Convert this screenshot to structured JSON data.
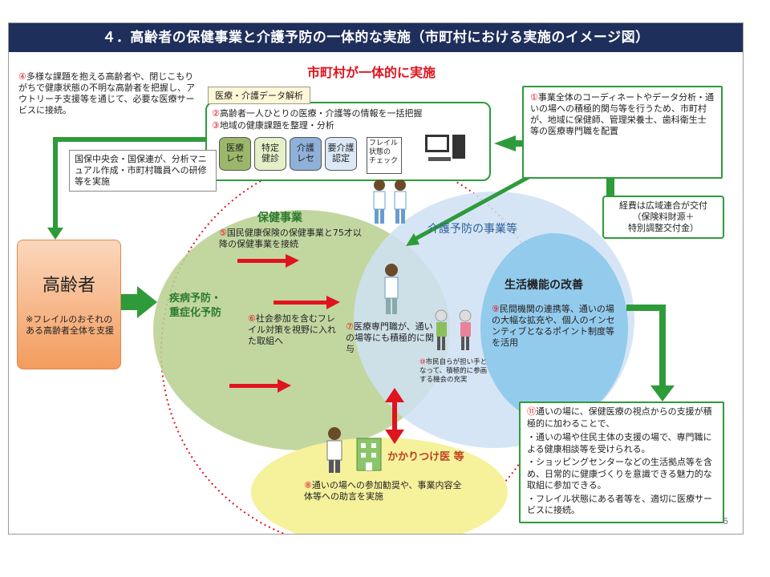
{
  "title": "４．高齢者の保健事業と介護予防の一体的な実施（市町村における実施のイメージ図）",
  "heading_center": "市町村が一体的に実施",
  "left_note": {
    "num": "④",
    "text": "多様な課題を抱える高齢者や、閉じこもりがちで健康状態の不明な高齢者を把握し、アウトリーチ支援等を通じて、必要な医療サービスに接続。"
  },
  "data_analysis": {
    "tab_label": "医療・介護データ解析",
    "line1_num": "②",
    "line1": "高齢者一人ひとりの医療・介護等の情報を一括把握",
    "line2_num": "③",
    "line2": "地域の健康課題を整理・分析",
    "db1": "医療\nレセ",
    "db2": "特定\n健診",
    "db3": "介護\nレセ",
    "db4": "要介護\n認定",
    "doc": "フレイル\n状態の\nチェック"
  },
  "national_note": "国保中央会・国保連が、分析マニュアル作成・市町村職員への研修等を実施",
  "right_top_note": {
    "num": "①",
    "text": "事業全体のコーディネートやデータ分析・通いの場への積極的関与等を行うため、市町村が、地域に保健師、管理栄養士、歯科衛生士等の医療専門職を配置"
  },
  "funding_note": "経費は広域連合が交付\n（保険料財源＋\n特別調整交付金）",
  "elderly": {
    "title": "高齢者",
    "note": "※フレイルのおそれのある高齢者全体を支援"
  },
  "health_circle": {
    "label": "保健事業",
    "item5_num": "⑤",
    "item5": "国民健康保険の保健事業と75才以降の保健事業を接続",
    "disease": "疾病予防・\n重症化予防",
    "item6_num": "⑥",
    "item6": "社会参加を含むフレイル対策を視野に入れた取組へ",
    "item7_num": "⑦",
    "item7": "医療専門職が、通いの場等にも積極的に関与"
  },
  "care_circle": {
    "label": "介護予防の事業等",
    "item10_num": "⑩",
    "item10": "市民自らが担い手となって、積極的に参画する機会の充実"
  },
  "life_circle": {
    "label": "生活機能の改善",
    "item9_num": "⑨",
    "item9": "民間機関の連携等、通いの場の大幅な拡充や、個人のインセンティブとなるポイント制度等を活用"
  },
  "doctor_circle": {
    "label": "かかりつけ医 等",
    "item8_num": "⑧",
    "item8": "通いの場への参加勧奨や、事業内容全体等への助言を実施"
  },
  "bottom_right": {
    "num": "⑪",
    "intro": "通いの場に、保健医療の視点からの支援が積極的に加わることで、",
    "bullet1": "・通いの場や住民主体の支援の場で、専門職による健康相談等を受けられる。",
    "bullet2": "・ショッピングセンターなどの生活拠点等を含め、日常的に健康づくりを意識できる魅力的な取組に参加できる。",
    "bullet3": "・フレイル状態にある者等を、適切に医療サービスに接続。"
  },
  "page_number": "6",
  "colors": {
    "title_bg": "#1f2f5c",
    "green": "#2e9b3a",
    "red": "#e0141e",
    "health_circle": "#b7d08f",
    "care_circle": "#cfe0f3",
    "life_circle": "#8fc9ec",
    "doctor_circle": "#f6f29c",
    "elderly_box": "#f6b486"
  },
  "icons": [
    "database-icon",
    "document-icon",
    "computer-icon",
    "nurse-icon",
    "elderly-couple-icon",
    "doctor-icon",
    "hospital-icon"
  ]
}
